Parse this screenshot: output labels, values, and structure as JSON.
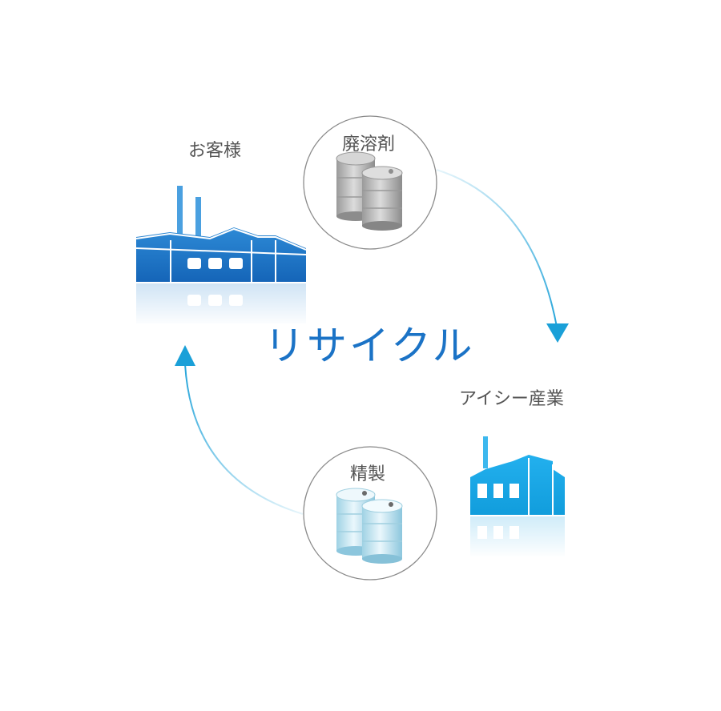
{
  "diagram": {
    "title": "リサイクル",
    "nodes": {
      "customer": {
        "label": "お客様",
        "icon": "customer-factory-icon",
        "color": "#1b73c6"
      },
      "company": {
        "label": "アイシー産業",
        "icon": "recycler-factory-icon",
        "color": "#1aa6e6"
      },
      "waste": {
        "label": "廃溶剤",
        "icon": "gray-drums-icon"
      },
      "refined": {
        "label": "精製",
        "icon": "light-blue-drums-icon"
      }
    },
    "flow": [
      "customer",
      "waste",
      "company",
      "refined",
      "customer"
    ],
    "colors": {
      "arrow": "#1aa0d8",
      "arrow_fade": "#e4f4fb",
      "circle_border": "#8a8a8a",
      "text": "#555555"
    }
  }
}
